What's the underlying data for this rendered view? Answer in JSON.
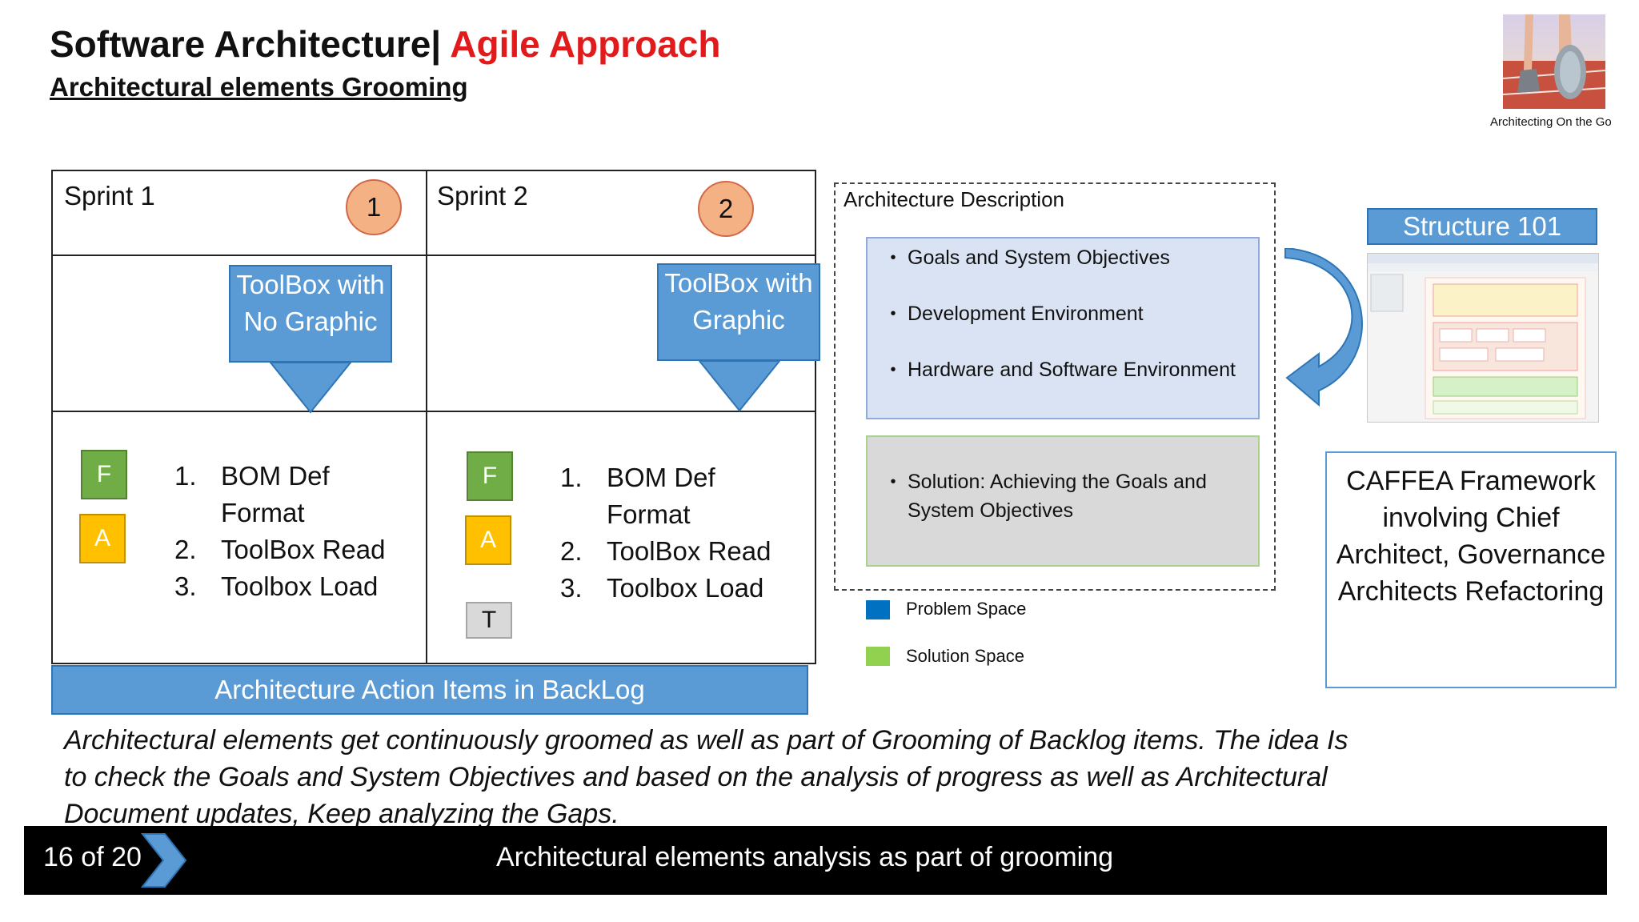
{
  "header": {
    "title_main": "Software Architecture|",
    "title_accent": "Agile Approach",
    "subtitle": "Architectural elements Grooming"
  },
  "logo": {
    "caption": "Architecting On the Go"
  },
  "sprints": [
    {
      "label": "Sprint 1",
      "number": "1",
      "toolbox": "ToolBox with No Graphic",
      "tags": [
        "F",
        "A"
      ],
      "items": [
        {
          "num": "1.",
          "text": "BOM Def Format"
        },
        {
          "num": "2.",
          "text": "ToolBox Read"
        },
        {
          "num": "3.",
          "text": "Toolbox Load"
        }
      ]
    },
    {
      "label": "Sprint 2",
      "number": "2",
      "toolbox": "ToolBox with Graphic",
      "tags": [
        "F",
        "A",
        "T"
      ],
      "items": [
        {
          "num": "1.",
          "text": "BOM Def Format"
        },
        {
          "num": "2.",
          "text": "ToolBox Read"
        },
        {
          "num": "3.",
          "text": "Toolbox Load"
        }
      ]
    }
  ],
  "backlog_label": "Architecture Action Items in BackLog",
  "architecture_description": {
    "label": "Architecture Description",
    "problem_items": [
      "Goals and System Objectives",
      "Development Environment",
      "Hardware and Software Environment"
    ],
    "solution_items": [
      "Solution: Achieving the Goals and System Objectives"
    ]
  },
  "legend": [
    {
      "label": "Problem Space",
      "color": "#0070c0"
    },
    {
      "label": "Solution Space",
      "color": "#92d050"
    }
  ],
  "structure": {
    "title": "Structure 101"
  },
  "caffea_text": "CAFFEA Framework involving Chief Architect, Governance Architects Refactoring",
  "description": "Architectural elements get continuously groomed as well as part of Grooming of Backlog items. The idea Is to check the Goals and System Objectives and based on the analysis of progress as well as Architectural Document updates, Keep analyzing the Gaps.",
  "footer": {
    "page_current": "16",
    "page_of": "of",
    "page_total": "20",
    "title": "Architectural elements analysis as part of grooming"
  },
  "colors": {
    "accent_red": "#e11b1b",
    "box_blue": "#5b9bd5",
    "green_tag": "#70ad47",
    "amber_tag": "#ffc000"
  }
}
